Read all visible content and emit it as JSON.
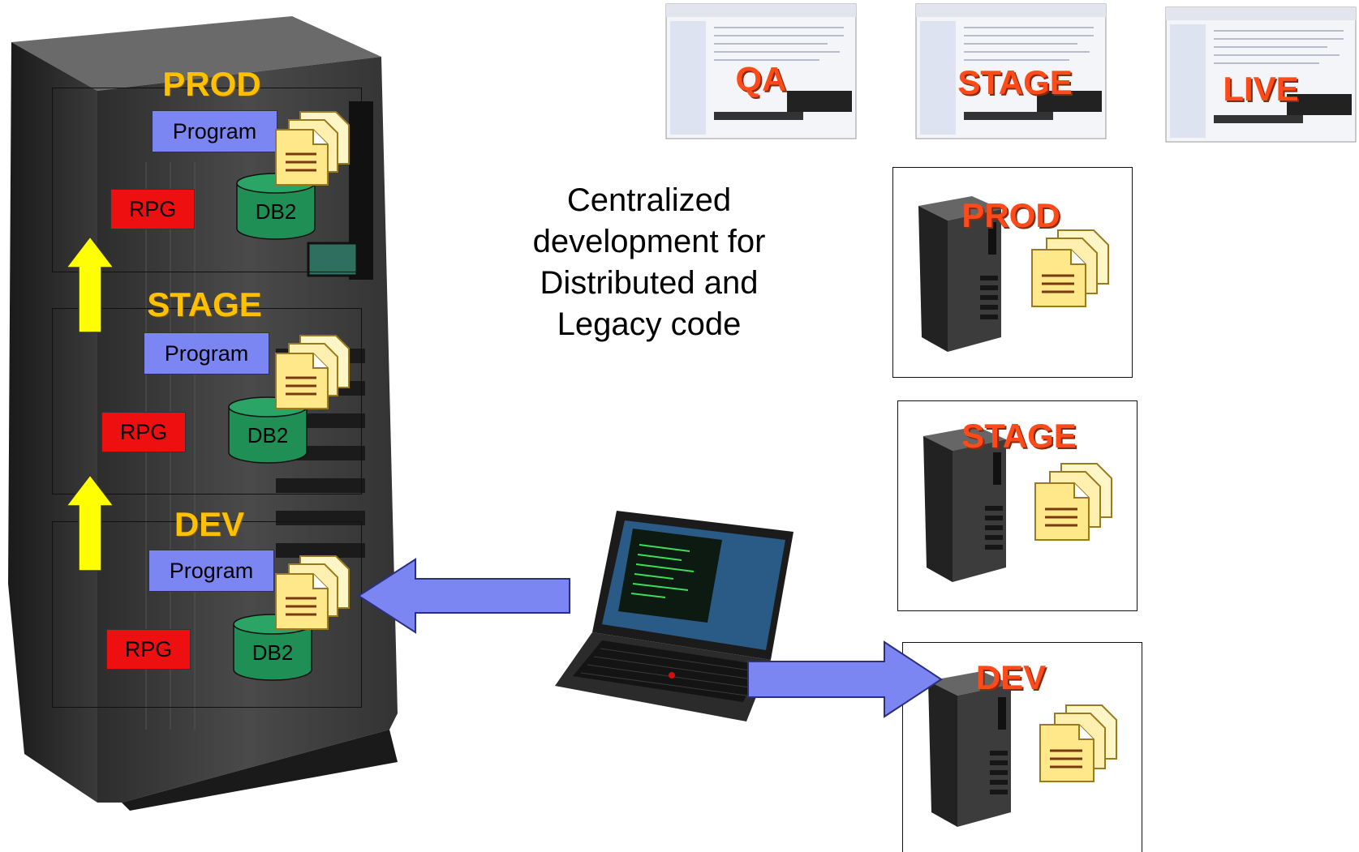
{
  "main_server": {
    "environments": [
      {
        "key": "prod",
        "title": "PROD",
        "program_label": "Program",
        "rpg_label": "RPG",
        "db_label": "DB2"
      },
      {
        "key": "stage",
        "title": "STAGE",
        "program_label": "Program",
        "rpg_label": "RPG",
        "db_label": "DB2"
      },
      {
        "key": "dev",
        "title": "DEV",
        "program_label": "Program",
        "rpg_label": "RPG",
        "db_label": "DB2"
      }
    ]
  },
  "web_pages": [
    {
      "label": "QA"
    },
    {
      "label": "STAGE"
    },
    {
      "label": "LIVE"
    }
  ],
  "caption": {
    "lines": [
      "Centralized",
      "development for",
      "Distributed and",
      "Legacy code"
    ]
  },
  "distributed_servers": [
    {
      "title": "PROD"
    },
    {
      "title": "STAGE"
    },
    {
      "title": "DEV"
    }
  ],
  "colors": {
    "program_box": "#7B86F2",
    "rpg_box": "#EE1010",
    "db2": "#1F8F55",
    "promote_arrow": "#FFFF00",
    "deploy_arrow": "#7B86F2",
    "env_title_main": "#FFC000",
    "env_title_web": "#FF4A1A"
  },
  "icons": [
    "server-tower-icon",
    "document-stack-icon",
    "database-cylinder-icon",
    "laptop-icon",
    "arrow-up-icon",
    "arrow-right-icon",
    "arrow-left-icon",
    "web-page-thumbnail-icon"
  ]
}
